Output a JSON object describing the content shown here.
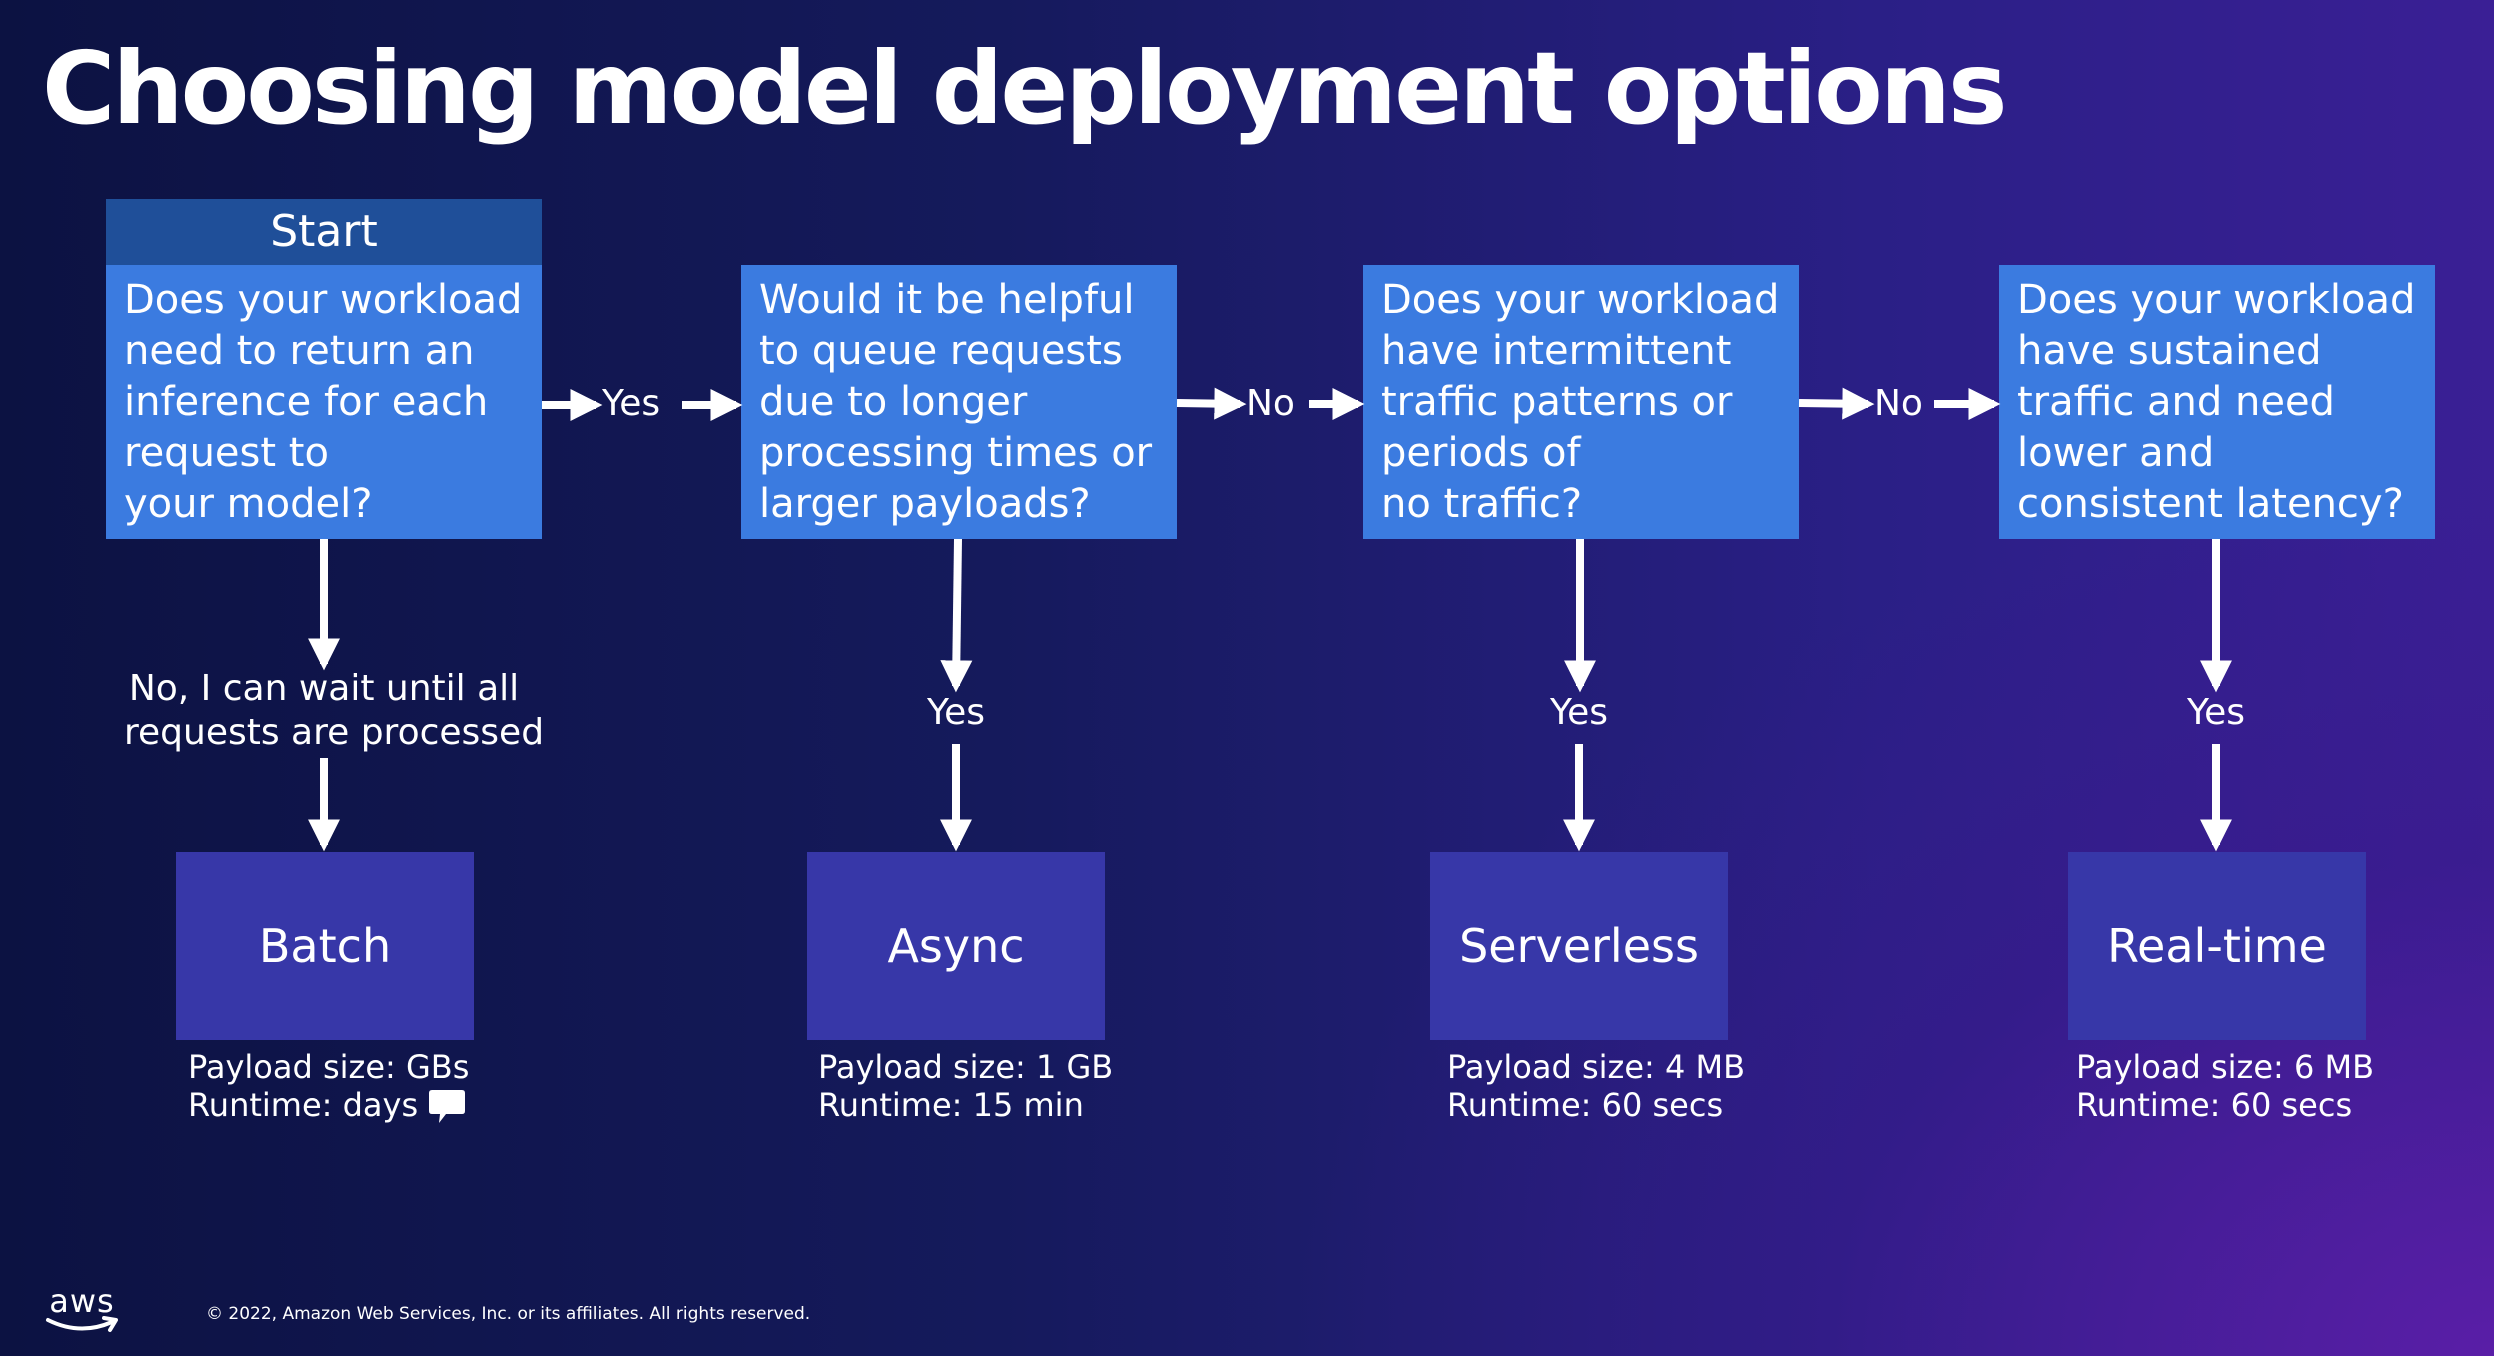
{
  "title": "Choosing model deployment options",
  "start_label": "Start",
  "questions": [
    {
      "lines": [
        "Does your workload",
        "need to return an",
        "inference for each",
        "request to",
        "your model?"
      ]
    },
    {
      "lines": [
        "Would it be helpful",
        "to queue requests",
        "due to longer",
        "processing times or",
        "larger payloads?"
      ]
    },
    {
      "lines": [
        "Does your workload",
        "have intermittent",
        "traffic patterns or",
        "periods of",
        "no traffic?"
      ]
    },
    {
      "lines": [
        "Does your workload",
        "have sustained",
        "traffic and need",
        "lower and",
        "consistent latency?"
      ]
    }
  ],
  "horizontal_labels": [
    "Yes",
    "No",
    "No"
  ],
  "first_down_label": [
    "No, I can wait until all",
    "requests are processed"
  ],
  "down_labels": [
    "Yes",
    "Yes",
    "Yes"
  ],
  "options": [
    {
      "name": "Batch",
      "payload": "Payload size: GBs",
      "runtime": "Runtime: days"
    },
    {
      "name": "Async",
      "payload": "Payload size: 1 GB",
      "runtime": "Runtime: 15 min"
    },
    {
      "name": "Serverless",
      "payload": "Payload size: 4 MB",
      "runtime": "Runtime: 60 secs"
    },
    {
      "name": "Real-time",
      "payload": "Payload size: 6 MB",
      "runtime": "Runtime: 60 secs"
    }
  ],
  "icons": {
    "comment": "comment-icon",
    "logo": "aws-logo"
  },
  "footer": {
    "logo_text": "aws",
    "copyright": "© 2022, Amazon Web Services, Inc. or its affiliates. All rights reserved."
  },
  "colors": {
    "question_box": "#3b7be0",
    "start_header": "#1f4f99",
    "option_box": "#3737a8",
    "text": "#ffffff"
  }
}
